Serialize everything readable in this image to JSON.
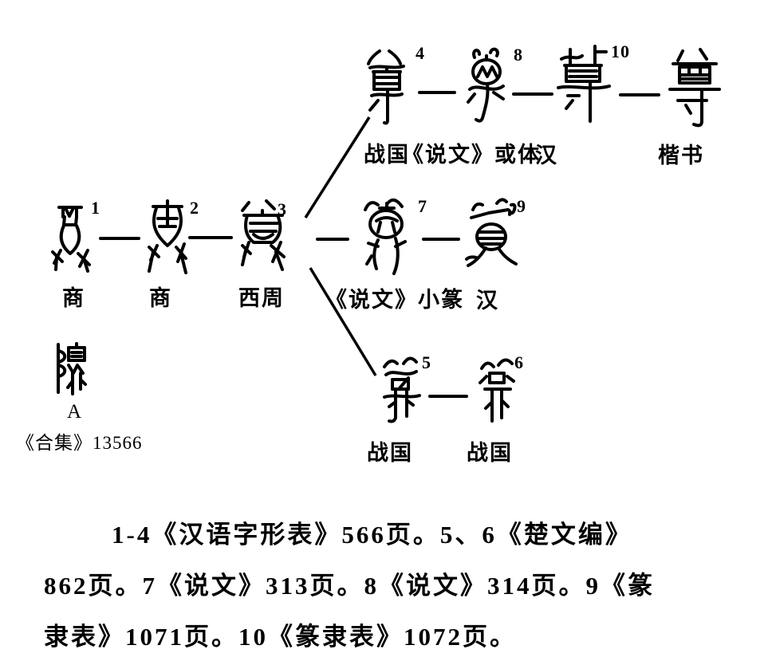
{
  "colors": {
    "background": "#ffffff",
    "ink": "#000000"
  },
  "figure": {
    "regular_script_character": "尊",
    "top_branch": {
      "form_numbers": [
        "4",
        "8",
        "10"
      ],
      "labels": [
        "战国",
        "《说文》或体",
        "汉",
        "楷书"
      ]
    },
    "main_branch": {
      "form_numbers": [
        "1",
        "2",
        "3",
        "7",
        "9"
      ],
      "labels": [
        "商",
        "商",
        "西周",
        "《说文》小篆",
        "汉"
      ]
    },
    "lower_branch": {
      "form_numbers": [
        "5",
        "6"
      ],
      "labels": [
        "战国",
        "战国"
      ]
    },
    "variant_example": {
      "letter": "A",
      "source": "《合集》13566"
    }
  },
  "footnote": {
    "lines": [
      "1-4《汉语字形表》566页。5、6《楚文编》",
      "862页。7《说文》313页。8《说文》314页。9《篆",
      "隶表》1071页。10《篆隶表》1072页。"
    ]
  }
}
